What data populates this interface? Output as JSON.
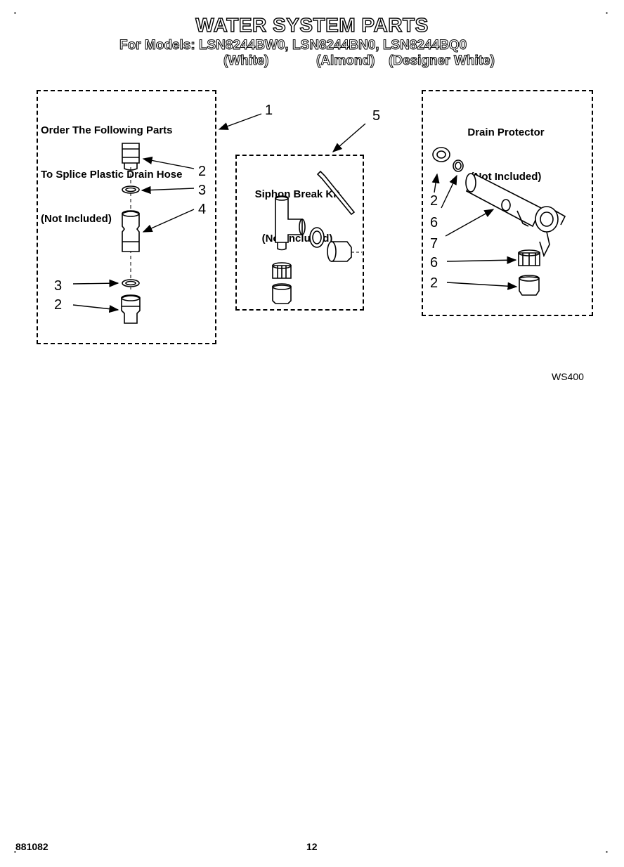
{
  "header": {
    "title": "WATER SYSTEM PARTS",
    "models_line": "For Models: LSN8244BW0, LSN8244BN0, LSN8244BQ0",
    "colors": {
      "white": "(White)",
      "almond": "(Almond)",
      "designer_white": "(Designer White)"
    }
  },
  "boxes": {
    "splice": {
      "line1": "Order The Following Parts",
      "line2": "To Splice Plastic Drain Hose",
      "line3": "(Not Included)"
    },
    "siphon": {
      "line1": "Siphon Break Kit",
      "line2": "(Not Included)"
    },
    "drain": {
      "line1": "Drain Protector",
      "line2": "(Not Included)"
    }
  },
  "callouts": {
    "c1": "1",
    "splice_2a": "2",
    "splice_3a": "3",
    "splice_4": "4",
    "splice_3b": "3",
    "splice_2b": "2",
    "c5": "5",
    "drain_2a": "2",
    "drain_6a": "6",
    "drain_7": "7",
    "drain_6b": "6",
    "drain_2b": "2"
  },
  "figure_code": "WS400",
  "footer": {
    "doc_number": "881082",
    "page_number": "12"
  },
  "corner_marks": {
    "tl": "▪",
    "tr": "▪",
    "bl": "▪",
    "br": "▪"
  }
}
